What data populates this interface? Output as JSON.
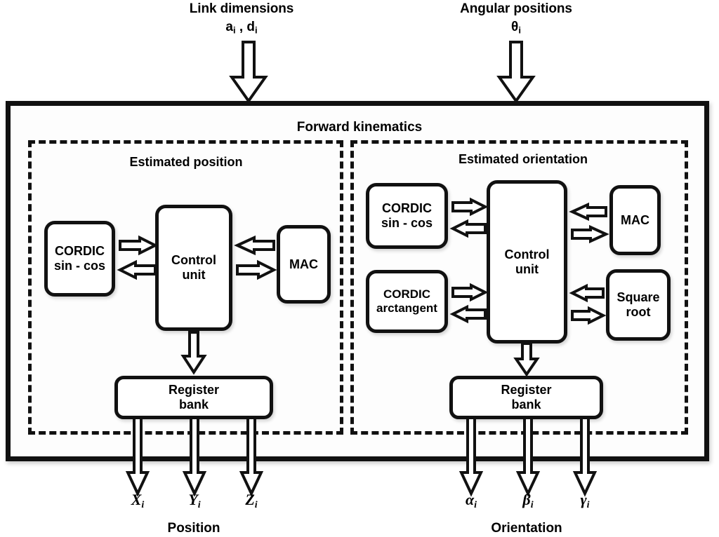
{
  "diagram": {
    "title": "Forward kinematics",
    "inputs": [
      {
        "name": "link-dimensions",
        "label": "Link dimensions",
        "symbol": "a",
        "symbol_sub": "i",
        "symbol_full": "aᵢ , dᵢ",
        "symbol2": "d",
        "symbol2_sub": "i"
      },
      {
        "name": "angular-positions",
        "label": "Angular positions",
        "symbol": "θ",
        "symbol_sub": "i",
        "symbol_full": "θᵢ"
      }
    ],
    "blocks": [
      {
        "name": "estimated-position",
        "title": "Estimated position",
        "control_unit": "Control\nunit",
        "register_bank": "Register\nbank",
        "peripherals": [
          {
            "name": "cordic-sin-cos",
            "label": "CORDIC\nsin - cos",
            "side": "left"
          },
          {
            "name": "mac",
            "label": "MAC",
            "side": "right"
          }
        ],
        "outputs": [
          {
            "name": "output-x",
            "symbol": "X",
            "sub": "i"
          },
          {
            "name": "output-y",
            "symbol": "Y",
            "sub": "i"
          },
          {
            "name": "output-z",
            "symbol": "Z",
            "sub": "i"
          }
        ],
        "output_group_label": "Position"
      },
      {
        "name": "estimated-orientation",
        "title": "Estimated orientation",
        "control_unit": "Control\nunit",
        "register_bank": "Register\nbank",
        "peripherals": [
          {
            "name": "cordic-sin-cos",
            "label": "CORDIC\nsin - cos",
            "side": "left"
          },
          {
            "name": "cordic-arctangent",
            "label": "CORDIC\narctangent",
            "side": "left"
          },
          {
            "name": "mac",
            "label": "MAC",
            "side": "right"
          },
          {
            "name": "square-root",
            "label": "Square\nroot",
            "side": "right"
          }
        ],
        "outputs": [
          {
            "name": "output-alpha",
            "symbol": "α",
            "sub": "i"
          },
          {
            "name": "output-beta",
            "symbol": "β",
            "sub": "i"
          },
          {
            "name": "output-gamma",
            "symbol": "γ",
            "sub": "i"
          }
        ],
        "output_group_label": "Orientation"
      }
    ],
    "colors": {
      "line": "#111111",
      "fill": "#ffffff",
      "background": "#ffffff",
      "frame_fill": "#fdfdfd"
    }
  }
}
